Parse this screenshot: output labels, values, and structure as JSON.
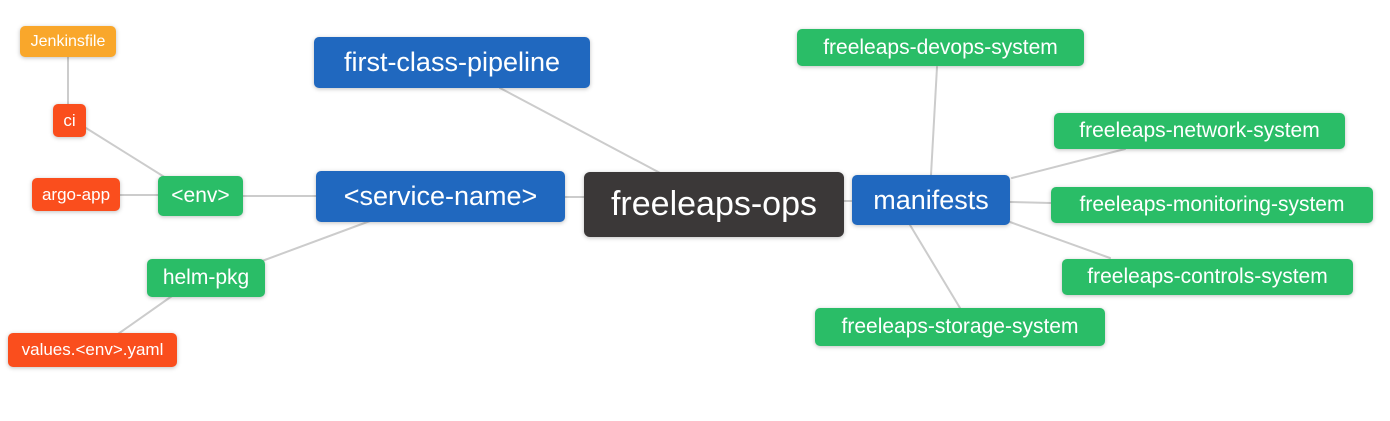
{
  "diagram": {
    "type": "mindmap",
    "title": "freeleaps-ops repository structure mind map",
    "palette": {
      "root_bg": "#3b3838",
      "branch_bg": "#2068bf",
      "green_bg": "#2abd67",
      "red_bg": "#fa4e1d",
      "amber_bg": "#f9a72b",
      "text": "#ffffff",
      "edge": "#cccccc",
      "background": "#ffffff"
    },
    "nodes": {
      "root": {
        "label": "freeleaps-ops",
        "level": 1,
        "color": "#3b3838"
      },
      "pipeline": {
        "label": "first-class-pipeline",
        "level": 2,
        "color": "#2068bf"
      },
      "service": {
        "label": "<service-name>",
        "level": 2,
        "color": "#2068bf"
      },
      "manifests": {
        "label": "manifests",
        "level": 2,
        "color": "#2068bf"
      },
      "env": {
        "label": "<env>",
        "level": 3,
        "color": "#2abd67"
      },
      "helm": {
        "label": "helm-pkg",
        "level": 3,
        "color": "#2abd67"
      },
      "ci": {
        "label": "ci",
        "level": 4,
        "color": "#fa4e1d"
      },
      "argo": {
        "label": "argo-app",
        "level": 4,
        "color": "#fa4e1d"
      },
      "jenkinsfile": {
        "label": "Jenkinsfile",
        "level": 5,
        "color": "#f9a72b"
      },
      "values": {
        "label": "values.<env>.yaml",
        "level": 4,
        "color": "#fa4e1d"
      },
      "devops_system": {
        "label": "freeleaps-devops-system",
        "level": 3,
        "color": "#2abd67"
      },
      "network_system": {
        "label": "freeleaps-network-system",
        "level": 3,
        "color": "#2abd67"
      },
      "monitoring_system": {
        "label": "freeleaps-monitoring-system",
        "level": 3,
        "color": "#2abd67"
      },
      "controls_system": {
        "label": "freeleaps-controls-system",
        "level": 3,
        "color": "#2abd67"
      },
      "storage_system": {
        "label": "freeleaps-storage-system",
        "level": 3,
        "color": "#2abd67"
      }
    },
    "edges": [
      {
        "from": "jenkinsfile",
        "to": "ci"
      },
      {
        "from": "ci",
        "to": "env"
      },
      {
        "from": "argo",
        "to": "env"
      },
      {
        "from": "env",
        "to": "service"
      },
      {
        "from": "helm",
        "to": "service"
      },
      {
        "from": "values",
        "to": "helm"
      },
      {
        "from": "pipeline",
        "to": "root"
      },
      {
        "from": "service",
        "to": "root"
      },
      {
        "from": "root",
        "to": "manifests"
      },
      {
        "from": "manifests",
        "to": "devops_system"
      },
      {
        "from": "manifests",
        "to": "network_system"
      },
      {
        "from": "manifests",
        "to": "monitoring_system"
      },
      {
        "from": "manifests",
        "to": "controls_system"
      },
      {
        "from": "manifests",
        "to": "storage_system"
      }
    ]
  }
}
